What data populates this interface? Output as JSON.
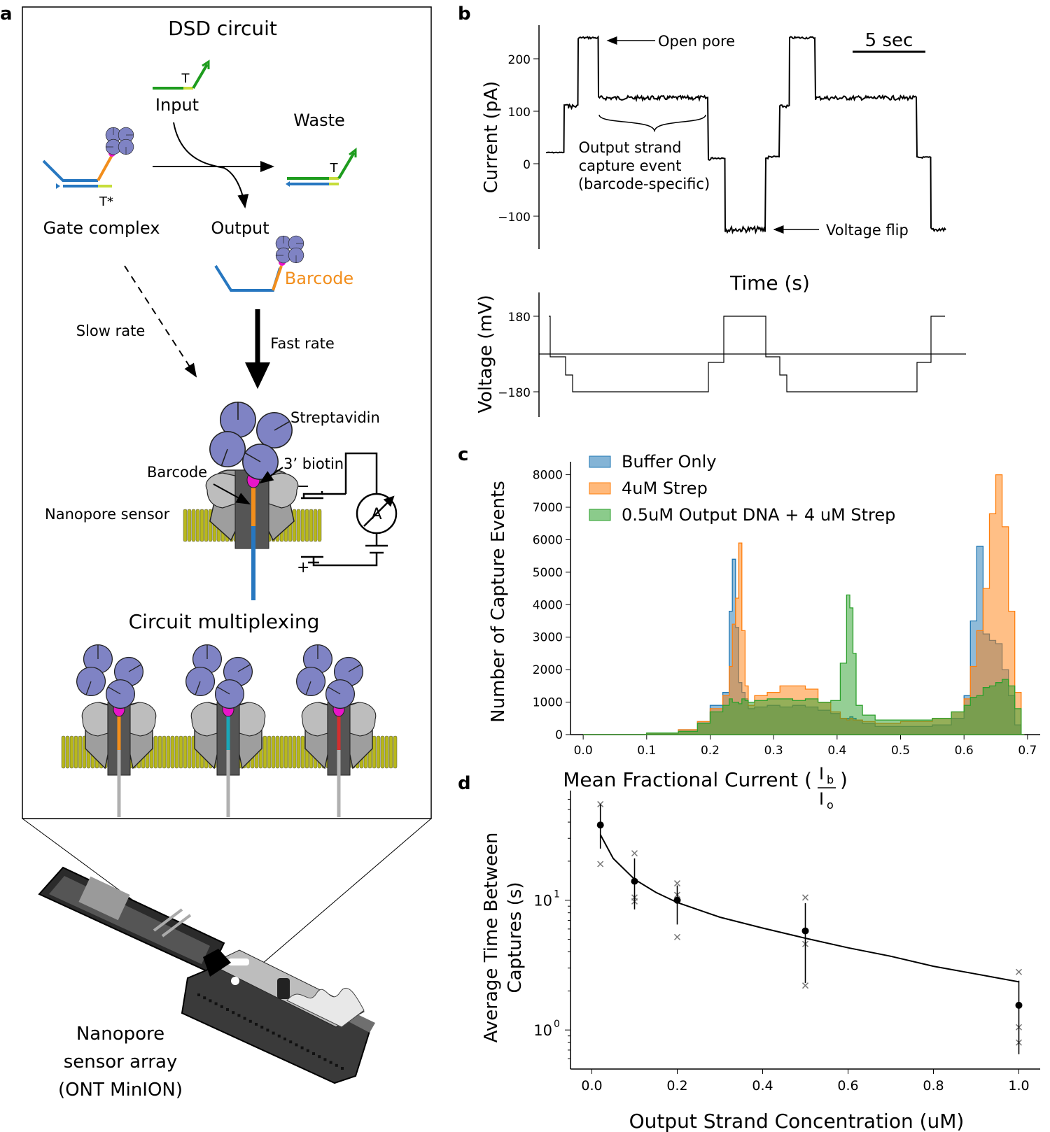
{
  "panels": {
    "a": "a",
    "b": "b",
    "c": "c",
    "d": "d"
  },
  "panel_a": {
    "dsd_title": "DSD circuit",
    "input_label": "Input",
    "toehold_label": "T",
    "toehold_star_label": "T*",
    "waste_label": "Waste",
    "waste_toehold_label": "T",
    "gate_label": "Gate complex",
    "output_label": "Output",
    "barcode_orange": "Barcode",
    "slow_rate": "Slow rate",
    "fast_rate": "Fast rate",
    "streptavidin": "Streptavidin",
    "barcode": "Barcode",
    "biotin": "3’ biotin",
    "nanopore_sensor": "Nanopore sensor",
    "minus": "−",
    "plus": "+",
    "ammeter": "A",
    "multiplex_title": "Circuit multiplexing",
    "device_line1": "Nanopore",
    "device_line2": "sensor array",
    "device_line3": "(ONT MinION)"
  },
  "panel_b": {
    "current_ylabel": "Current (pA)",
    "current_ticks": [
      "200",
      "100",
      "0",
      "−100"
    ],
    "xlabel": "Time (s)",
    "voltage_ylabel": "Voltage (mV)",
    "voltage_ticks": [
      "180",
      "−180"
    ],
    "scale_bar": "5 sec",
    "open_pore": "Open pore",
    "capture_line1": "Output strand",
    "capture_line2": "capture event",
    "capture_line3": "(barcode-specific)",
    "voltage_flip": "Voltage flip"
  },
  "chart_data": [
    {
      "id": "c",
      "type": "area",
      "xlabel": "Mean Fractional Current (",
      "xlabel_frac_num": "b",
      "xlabel_frac_den": "o",
      "xlabel_I": "I",
      "xlabel_close": ")",
      "ylabel": "Number of Capture Events",
      "xlim": [
        -0.02,
        0.72
      ],
      "ylim": [
        0,
        8400
      ],
      "xticks": [
        "0.0",
        "0.1",
        "0.2",
        "0.3",
        "0.4",
        "0.5",
        "0.6",
        "0.7"
      ],
      "yticks": [
        "0",
        "1000",
        "2000",
        "3000",
        "4000",
        "5000",
        "6000",
        "7000",
        "8000"
      ],
      "legend_position": "top-left",
      "x": [
        0.0,
        0.02,
        0.05,
        0.1,
        0.15,
        0.18,
        0.2,
        0.22,
        0.23,
        0.235,
        0.24,
        0.245,
        0.25,
        0.255,
        0.26,
        0.27,
        0.29,
        0.31,
        0.33,
        0.35,
        0.37,
        0.39,
        0.405,
        0.415,
        0.42,
        0.425,
        0.43,
        0.44,
        0.46,
        0.5,
        0.55,
        0.58,
        0.6,
        0.61,
        0.62,
        0.63,
        0.64,
        0.65,
        0.66,
        0.67,
        0.68,
        0.69
      ],
      "series": [
        {
          "name": "Buffer Only",
          "color": "#1f77b4",
          "values": [
            0,
            0,
            0,
            50,
            150,
            400,
            900,
            1300,
            3800,
            5400,
            3300,
            1600,
            1300,
            1100,
            800,
            850,
            900,
            850,
            900,
            850,
            750,
            650,
            500,
            500,
            550,
            500,
            450,
            350,
            250,
            250,
            300,
            500,
            1200,
            3500,
            5800,
            3100,
            2900,
            2800,
            2000,
            1200,
            300,
            0
          ]
        },
        {
          "name": "4uM Strep",
          "color": "#ff7f0e",
          "values": [
            0,
            0,
            0,
            50,
            150,
            400,
            800,
            1200,
            2100,
            3400,
            4200,
            5900,
            3200,
            1500,
            900,
            1200,
            1300,
            1500,
            1500,
            1400,
            1000,
            700,
            500,
            450,
            500,
            450,
            450,
            400,
            350,
            400,
            500,
            700,
            1100,
            2100,
            3200,
            4500,
            6800,
            8000,
            6400,
            3800,
            1300,
            0
          ]
        },
        {
          "name": "0.5uM Output DNA + 4 uM Strep",
          "color": "#2ca02c",
          "values": [
            0,
            0,
            0,
            50,
            100,
            350,
            700,
            900,
            1100,
            1000,
            1000,
            950,
            1100,
            1050,
            1000,
            1050,
            1100,
            1100,
            1050,
            1100,
            1000,
            1050,
            2200,
            4300,
            3900,
            2500,
            900,
            600,
            450,
            450,
            500,
            700,
            900,
            1150,
            1200,
            1450,
            1500,
            1600,
            1700,
            1500,
            800,
            0
          ]
        }
      ]
    },
    {
      "id": "d",
      "type": "scatter",
      "xlabel": "Output Strand Concentration (uM)",
      "ylabel_line1": "Average Time Between",
      "ylabel_line2": "Captures (s)",
      "yscale": "log",
      "xlim": [
        -0.05,
        1.05
      ],
      "ylim": [
        0.5,
        70
      ],
      "xticks": [
        "0.0",
        "0.2",
        "0.4",
        "0.6",
        "0.8",
        "1.0"
      ],
      "yticks": [
        {
          "base": "10",
          "exp": "0",
          "value": 1
        },
        {
          "base": "10",
          "exp": "1",
          "value": 10
        }
      ],
      "means": [
        {
          "x": 0.02,
          "y": 38,
          "err": [
            25,
            55
          ]
        },
        {
          "x": 0.1,
          "y": 14,
          "err": [
            8.5,
            21
          ]
        },
        {
          "x": 0.2,
          "y": 10,
          "err": [
            6.5,
            13
          ]
        },
        {
          "x": 0.5,
          "y": 5.8,
          "err": [
            2.3,
            9.5
          ]
        },
        {
          "x": 1.0,
          "y": 1.55,
          "err": [
            0.65,
            2.4
          ]
        }
      ],
      "replicates": [
        {
          "x": 0.02,
          "y": 55
        },
        {
          "x": 0.02,
          "y": 19
        },
        {
          "x": 0.1,
          "y": 23
        },
        {
          "x": 0.1,
          "y": 10.5
        },
        {
          "x": 0.1,
          "y": 9.8
        },
        {
          "x": 0.2,
          "y": 13.5
        },
        {
          "x": 0.2,
          "y": 11
        },
        {
          "x": 0.2,
          "y": 5.2
        },
        {
          "x": 0.5,
          "y": 10.5
        },
        {
          "x": 0.5,
          "y": 4.6
        },
        {
          "x": 0.5,
          "y": 2.2
        },
        {
          "x": 1.0,
          "y": 2.8
        },
        {
          "x": 1.0,
          "y": 1.05
        },
        {
          "x": 1.0,
          "y": 0.8
        }
      ],
      "fit": {
        "x": [
          0.02,
          0.05,
          0.1,
          0.15,
          0.2,
          0.3,
          0.4,
          0.5,
          0.6,
          0.7,
          0.8,
          0.9,
          1.0
        ],
        "y": [
          32,
          21,
          14.5,
          11.5,
          9.6,
          7.4,
          6.1,
          5.1,
          4.3,
          3.7,
          3.1,
          2.7,
          2.35
        ]
      }
    }
  ]
}
